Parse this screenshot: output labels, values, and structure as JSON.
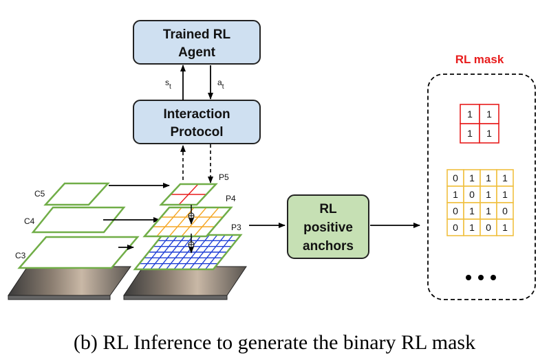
{
  "agent_box": {
    "line1": "Trained RL",
    "line2": "Agent"
  },
  "protocol_box": {
    "line1": "Interaction",
    "line2": "Protocol"
  },
  "arrows": {
    "state_label": "s",
    "state_sub": "t",
    "action_label": "a",
    "action_sub": "t"
  },
  "backbone_labels": [
    "C5",
    "C4",
    "C3"
  ],
  "pyramid_labels": [
    "P5",
    "P4",
    "P3"
  ],
  "positive_box": {
    "line1": "RL",
    "line2": "positive",
    "line3": "anchors"
  },
  "mask_panel": {
    "title": "RL mask",
    "grid_small": [
      [
        "1",
        "1"
      ],
      [
        "1",
        "1"
      ]
    ],
    "grid_large": [
      [
        "0",
        "1",
        "1",
        "1"
      ],
      [
        "1",
        "0",
        "1",
        "1"
      ],
      [
        "0",
        "1",
        "1",
        "0"
      ],
      [
        "0",
        "1",
        "0",
        "1"
      ]
    ]
  },
  "caption": "(b) RL Inference to generate the binary RL mask",
  "colors": {
    "box_fill": "#cfe0f1",
    "green_box_fill": "#c6e0b4",
    "green_border": "#70ad47",
    "red": "#e81c1c",
    "orange": "#f5a623",
    "blue": "#1f3fd6",
    "gold": "#f0c040"
  }
}
